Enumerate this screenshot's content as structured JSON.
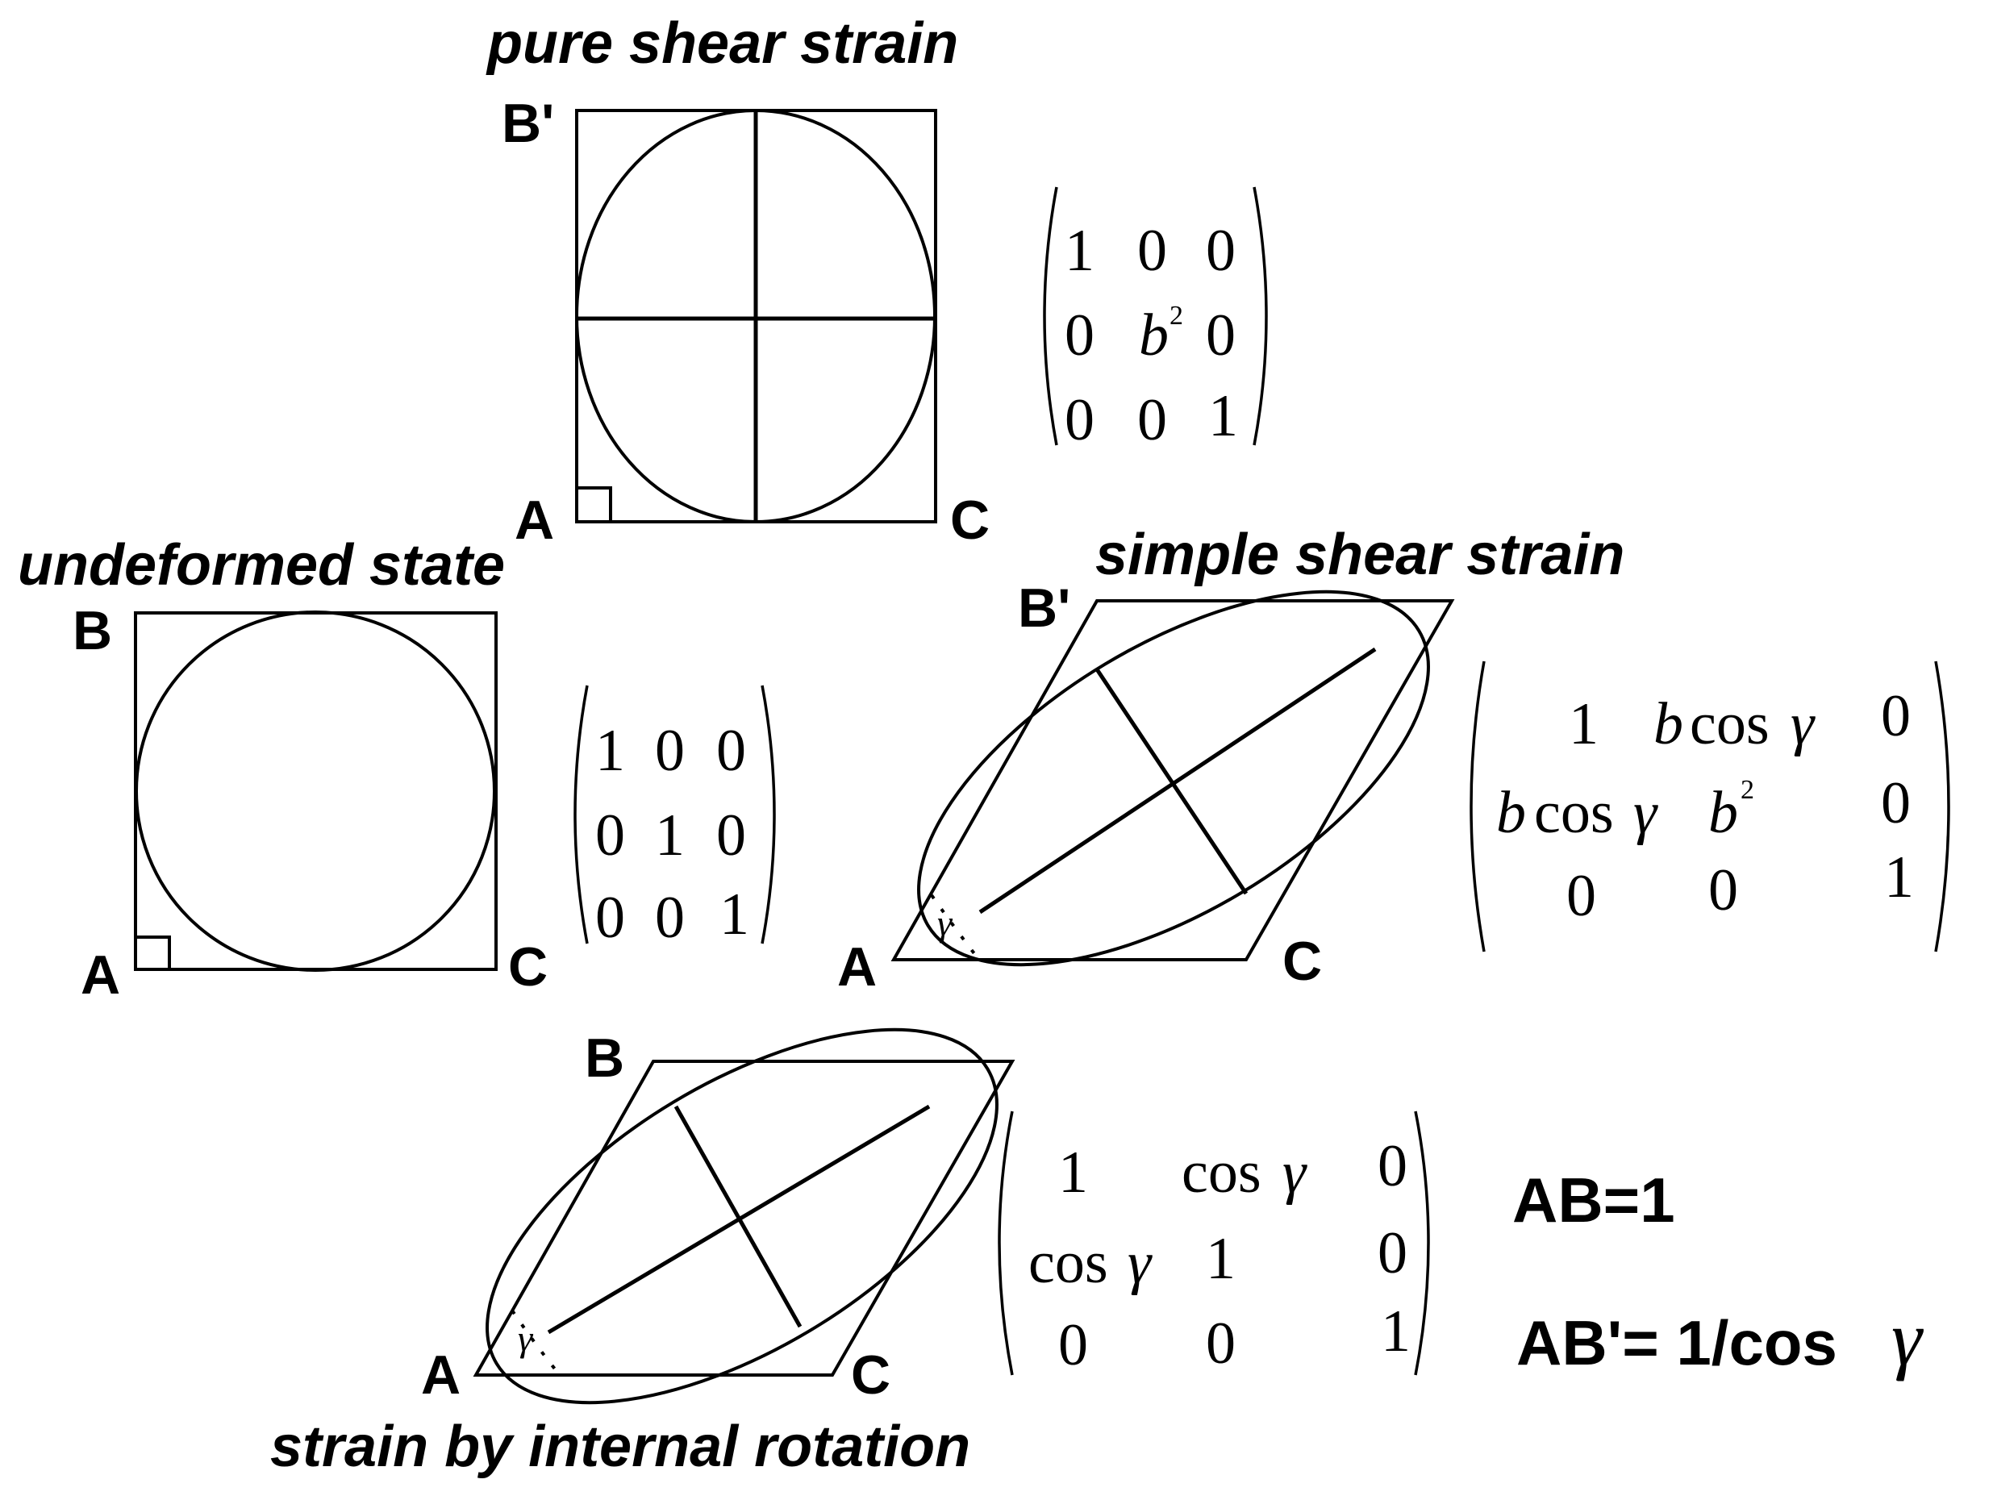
{
  "panels": {
    "pure": {
      "title": "pure shear strain",
      "labels": {
        "b": "B'",
        "a": "A",
        "c": "C"
      },
      "matrix": {
        "r1": [
          "1",
          "0",
          "0"
        ],
        "r2": [
          "0",
          "b",
          "2",
          "0"
        ],
        "r3": [
          "0",
          "0",
          "1"
        ]
      }
    },
    "undeformed": {
      "title": "undeformed state",
      "labels": {
        "b": "B",
        "a": "A",
        "c": "C"
      },
      "matrix": {
        "r1": [
          "1",
          "0",
          "0"
        ],
        "r2": [
          "0",
          "1",
          "0"
        ],
        "r3": [
          "0",
          "0",
          "1"
        ]
      }
    },
    "simple": {
      "title": "simple shear strain",
      "labels": {
        "b": "B'",
        "a": "A",
        "c": "C",
        "gamma": "γ"
      },
      "matrix": {
        "r1": [
          "1",
          "b",
          "cos",
          "γ",
          "0"
        ],
        "r2": [
          "b",
          "cos",
          "γ",
          "b",
          "2",
          "0"
        ],
        "r3": [
          "0",
          "0",
          "1"
        ]
      }
    },
    "rotation": {
      "title": "strain by internal rotation",
      "labels": {
        "b": "B",
        "a": "A",
        "c": "C",
        "gamma": "γ"
      },
      "matrix": {
        "r1": [
          "1",
          "cos",
          "γ",
          "0"
        ],
        "r2": [
          "cos",
          "γ",
          "1",
          "0"
        ],
        "r3": [
          "0",
          "0",
          "1"
        ]
      }
    }
  },
  "notes": {
    "ab": "AB=1",
    "abp_text": "AB'= 1/cos",
    "abp_gamma": "γ"
  }
}
